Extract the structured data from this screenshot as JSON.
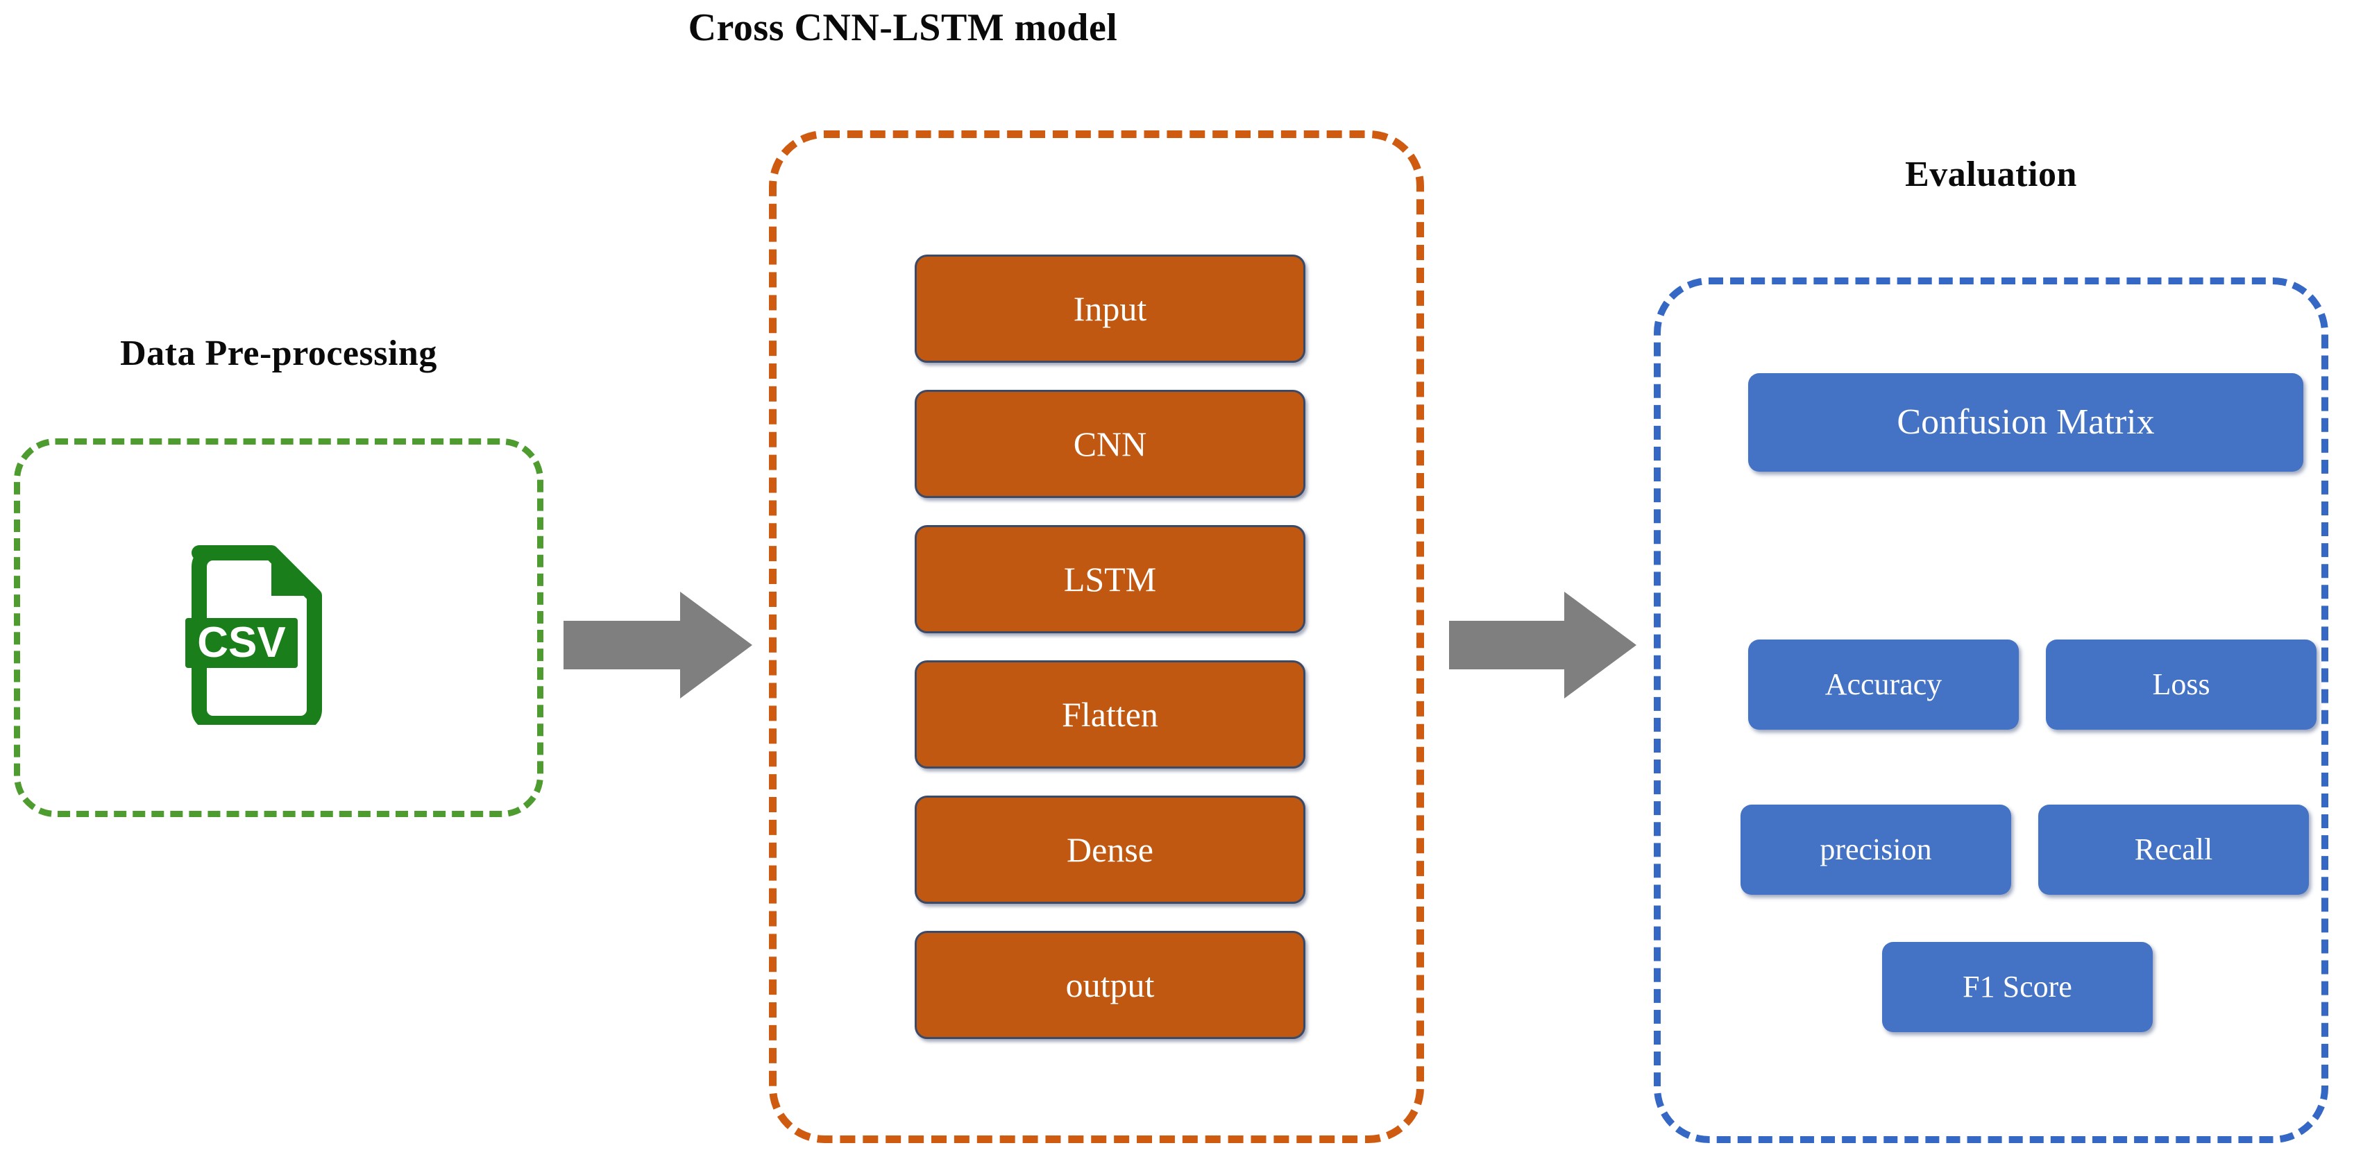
{
  "diagram": {
    "title_model": "Cross CNN-LSTM model",
    "title_preprocessing": "Data Pre-processing",
    "title_evaluation": "Evaluation",
    "colors": {
      "preprocessing_border": "#4e9c2f",
      "model_border": "#cf5b10",
      "evaluation_border": "#3568c4",
      "layer_fill": "#c05811",
      "layer_border": "#3b4a66",
      "eval_fill": "#4472c4",
      "arrow": "#7f7f7f",
      "csv_icon": "#1a7f1a",
      "text_on_fill": "#ffffff",
      "title_text": "#0a0a0a",
      "background": "#ffffff"
    },
    "preprocessing": {
      "icon_name": "csv-file-icon",
      "icon_label": "CSV"
    },
    "model_layers": [
      {
        "label": "Input"
      },
      {
        "label": "CNN"
      },
      {
        "label": "LSTM"
      },
      {
        "label": "Flatten"
      },
      {
        "label": "Dense"
      },
      {
        "label": "output"
      }
    ],
    "evaluation_metrics": {
      "primary": {
        "label": "Confusion Matrix"
      },
      "row1": [
        {
          "label": "Accuracy"
        },
        {
          "label": "Loss"
        }
      ],
      "row2": [
        {
          "label": "precision"
        },
        {
          "label": "Recall"
        }
      ],
      "row3": [
        {
          "label": "F1 Score"
        }
      ]
    },
    "arrows": [
      {
        "name": "arrow-pre-to-model",
        "direction": "right"
      },
      {
        "name": "arrow-model-to-eval",
        "direction": "right"
      }
    ]
  }
}
